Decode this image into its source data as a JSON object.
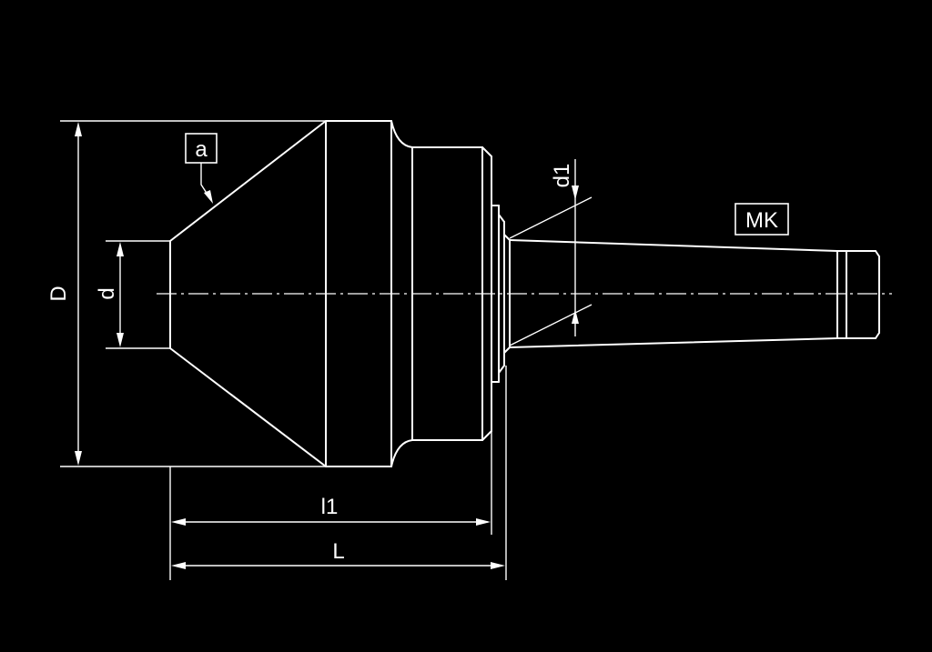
{
  "labels": {
    "D": "D",
    "d": "d",
    "d1": "d1",
    "a": "a",
    "MK": "MK",
    "l1": "l1",
    "L": "L"
  }
}
